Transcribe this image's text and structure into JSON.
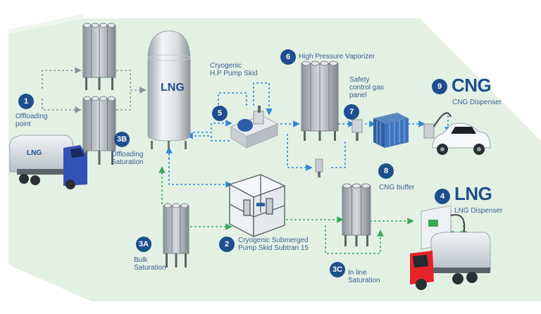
{
  "diagram": {
    "nodes": {
      "n1": {
        "num": "1",
        "label": [
          "Offloading",
          "point"
        ]
      },
      "n2": {
        "num": "2",
        "label": [
          "Cryogenic Submerged",
          "Pump Skid Subtran 15"
        ]
      },
      "n3a": {
        "num": "3A",
        "label": [
          "Bulk",
          "Saturation"
        ]
      },
      "n3b": {
        "num": "3B",
        "label": [
          "Offloading",
          "Saturation"
        ]
      },
      "n3c": {
        "num": "3C",
        "label": [
          "In line",
          "Saturation"
        ]
      },
      "n4": {
        "num": "4",
        "big": "LNG",
        "label": [
          "LNG Dispenser"
        ]
      },
      "n5": {
        "num": "5",
        "label": [
          "Cryogenic",
          "H.P Pump Skid"
        ]
      },
      "n6": {
        "num": "6",
        "label": [
          "High Pressure Vaporizer"
        ]
      },
      "n7": {
        "num": "7",
        "label": [
          "Safety",
          "control gas",
          "panel"
        ]
      },
      "n8": {
        "num": "8",
        "label": [
          "CNG buffer"
        ]
      },
      "n9": {
        "num": "9",
        "big": "CNG",
        "label": [
          "CNG Dispenser"
        ]
      }
    },
    "tank_label": "LNG",
    "truck_label": "LNG",
    "colors": {
      "badge": "#1e4f8c",
      "label": "#3b5f8a",
      "ground": "#e3f1e5",
      "flow_gas": "#2f86d4",
      "flow_liquid": "#3aa85a"
    }
  }
}
